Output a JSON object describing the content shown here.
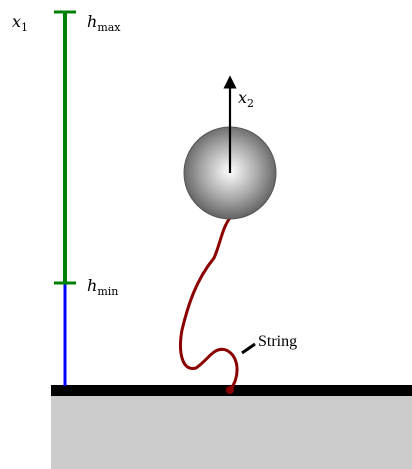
{
  "labels": {
    "x1": {
      "var": "x",
      "sub": "1"
    },
    "x2": {
      "var": "x",
      "sub": "2"
    },
    "hmax": {
      "var": "h",
      "sub": "max"
    },
    "hmin": {
      "var": "h",
      "sub": "min"
    },
    "string": "String"
  },
  "colors": {
    "range_bar": "#008000",
    "height_bar": "#0000ff",
    "string": "#8b0000",
    "ground_top": "#000000",
    "ground_fill": "#cccccc",
    "arrow": "#000000"
  }
}
